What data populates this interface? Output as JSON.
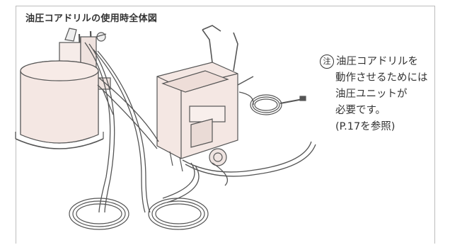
{
  "header": {
    "title": "油圧コアドリルの使用時全体図"
  },
  "note": {
    "mark": "注",
    "lines": [
      "油圧コアドリルを",
      "動作させるためには",
      "油圧ユニットが",
      "必要です。",
      "(P.17を参照)"
    ]
  },
  "colors": {
    "frame": "#bdbdbd",
    "equipment_fill": "#f4e7e3",
    "equipment_stroke": "#555555",
    "text": "#333333"
  }
}
